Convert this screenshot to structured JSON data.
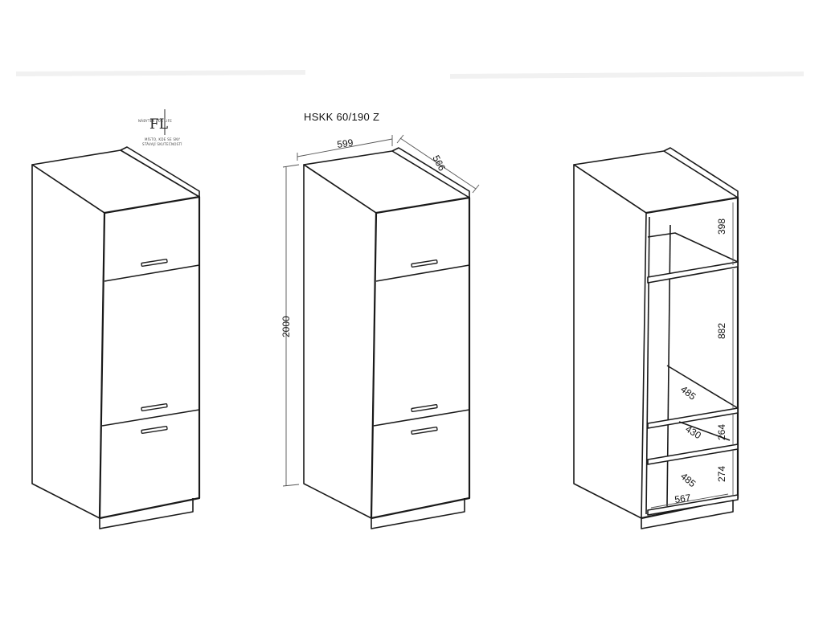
{
  "logo": {
    "letters": "FL",
    "tagline": "NÁBYTEK FOR LIFE",
    "subline_1": "MÍSTO, KDE SE SNY",
    "subline_2": "STÁVAJÍ SKUTEČNOSTÍ"
  },
  "model_label": "HSKK 60/190 Z",
  "dimensions": {
    "width": "599",
    "depth": "566",
    "height": "2000",
    "compartment_top": "398",
    "compartment_middle": "882",
    "compartment_lower": "264",
    "compartment_bottom": "274",
    "shelf_depth_upper": "485",
    "shelf_depth_middle": "430",
    "shelf_depth_lower": "485",
    "inner_width": "567"
  },
  "colors": {
    "line": "#1a1a1a",
    "background": "#ffffff"
  }
}
